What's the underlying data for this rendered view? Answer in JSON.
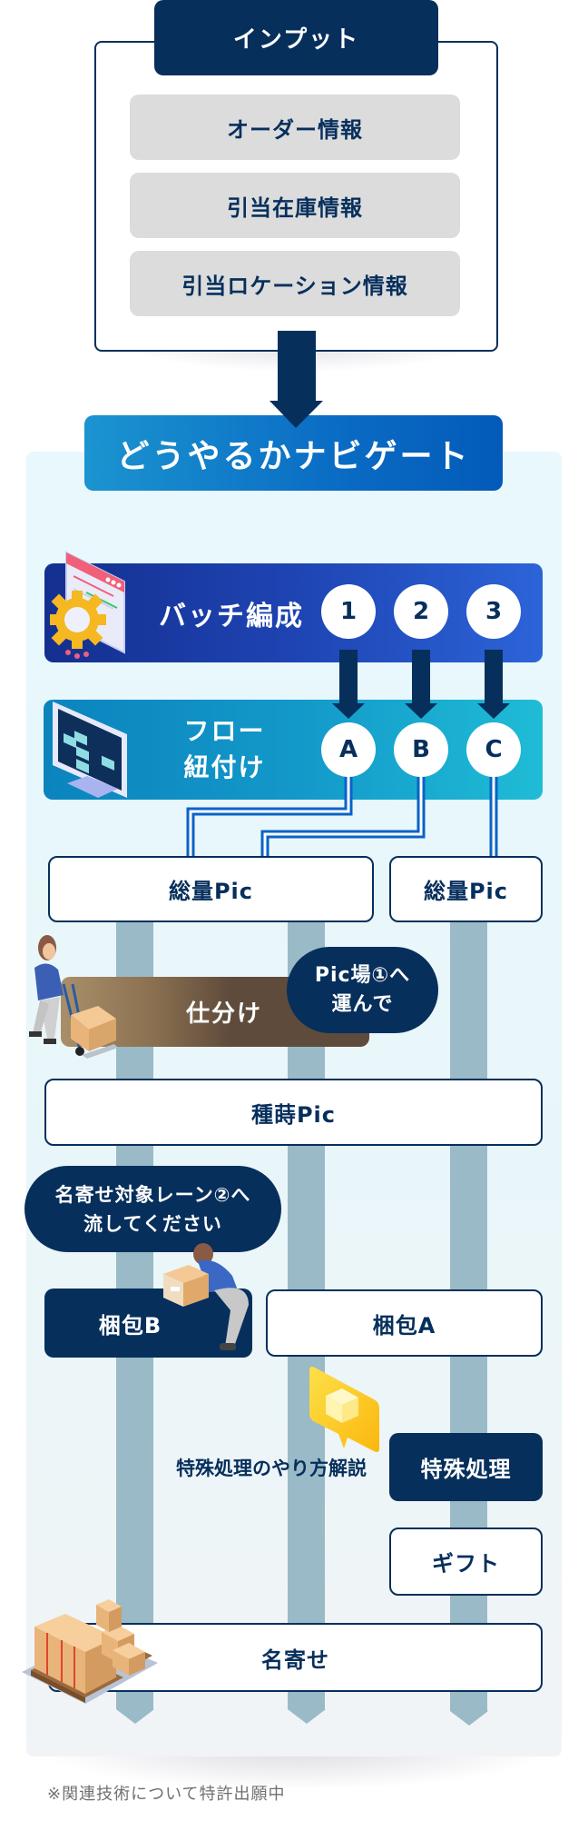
{
  "input": {
    "title": "インプット",
    "items": [
      "オーダー情報",
      "引当在庫情報",
      "引当ロケーション情報"
    ]
  },
  "navigate": {
    "title": "どうやるかナビゲート",
    "batch": {
      "label": "バッチ編成",
      "numbers": [
        "1",
        "2",
        "3"
      ]
    },
    "flow": {
      "label_line1": "フロー",
      "label_line2": "紐付け",
      "letters": [
        "A",
        "B",
        "C"
      ]
    },
    "steps": {
      "bulk_pick_left": "総量Pic",
      "bulk_pick_right": "総量Pic",
      "sorting": "仕分け",
      "sorting_bubble_line1": "Pic場①へ",
      "sorting_bubble_line2": "運んで",
      "seed_pick": "種蒔Pic",
      "lane_bubble_line1": "名寄せ対象レーン②へ",
      "lane_bubble_line2": "流してください",
      "pack_b": "梱包B",
      "pack_a": "梱包A",
      "special_hint": "特殊処理のやり方解説",
      "special": "特殊処理",
      "gift": "ギフト",
      "consolidate": "名寄せ"
    }
  },
  "footnote": "※関連技術について特許出願中",
  "colors": {
    "navy": "#062f5c",
    "lane": "#99bac6",
    "batch_gradient": [
      "#142f8f",
      "#2c64d8"
    ],
    "flow_gradient": [
      "#0b84be",
      "#1fbcd6"
    ],
    "banner_gradient": [
      "#1b94d0",
      "#035ab9"
    ],
    "item_gray": "#dcdcdc",
    "wire_blue": "#0a63c6"
  }
}
